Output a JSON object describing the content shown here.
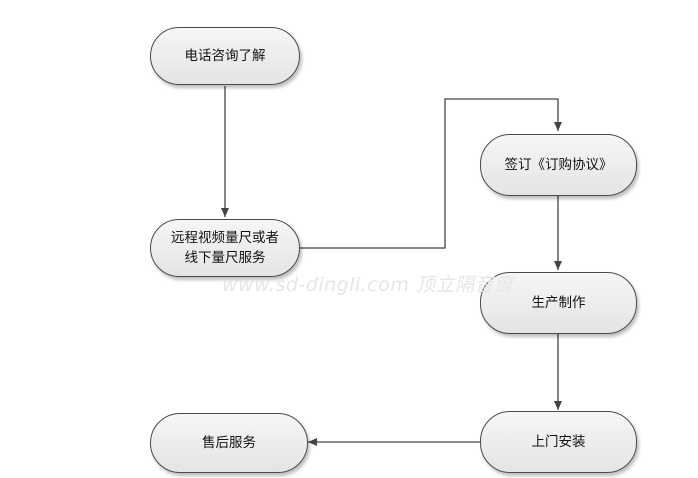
{
  "nodes": {
    "consult": "电话咨询了解",
    "measure_line1": "远程视频量尺或者",
    "measure_line2": "线下量尺服务",
    "sign": "签订《订购协议》",
    "produce": "生产制作",
    "install": "上门安装",
    "aftersale": "售后服务"
  },
  "watermark": "www.sd-dingli.com  顶立隔音窗",
  "colors": {
    "line": "#444444",
    "node_fill": "#ececec",
    "node_border": "#4a4a4a"
  }
}
